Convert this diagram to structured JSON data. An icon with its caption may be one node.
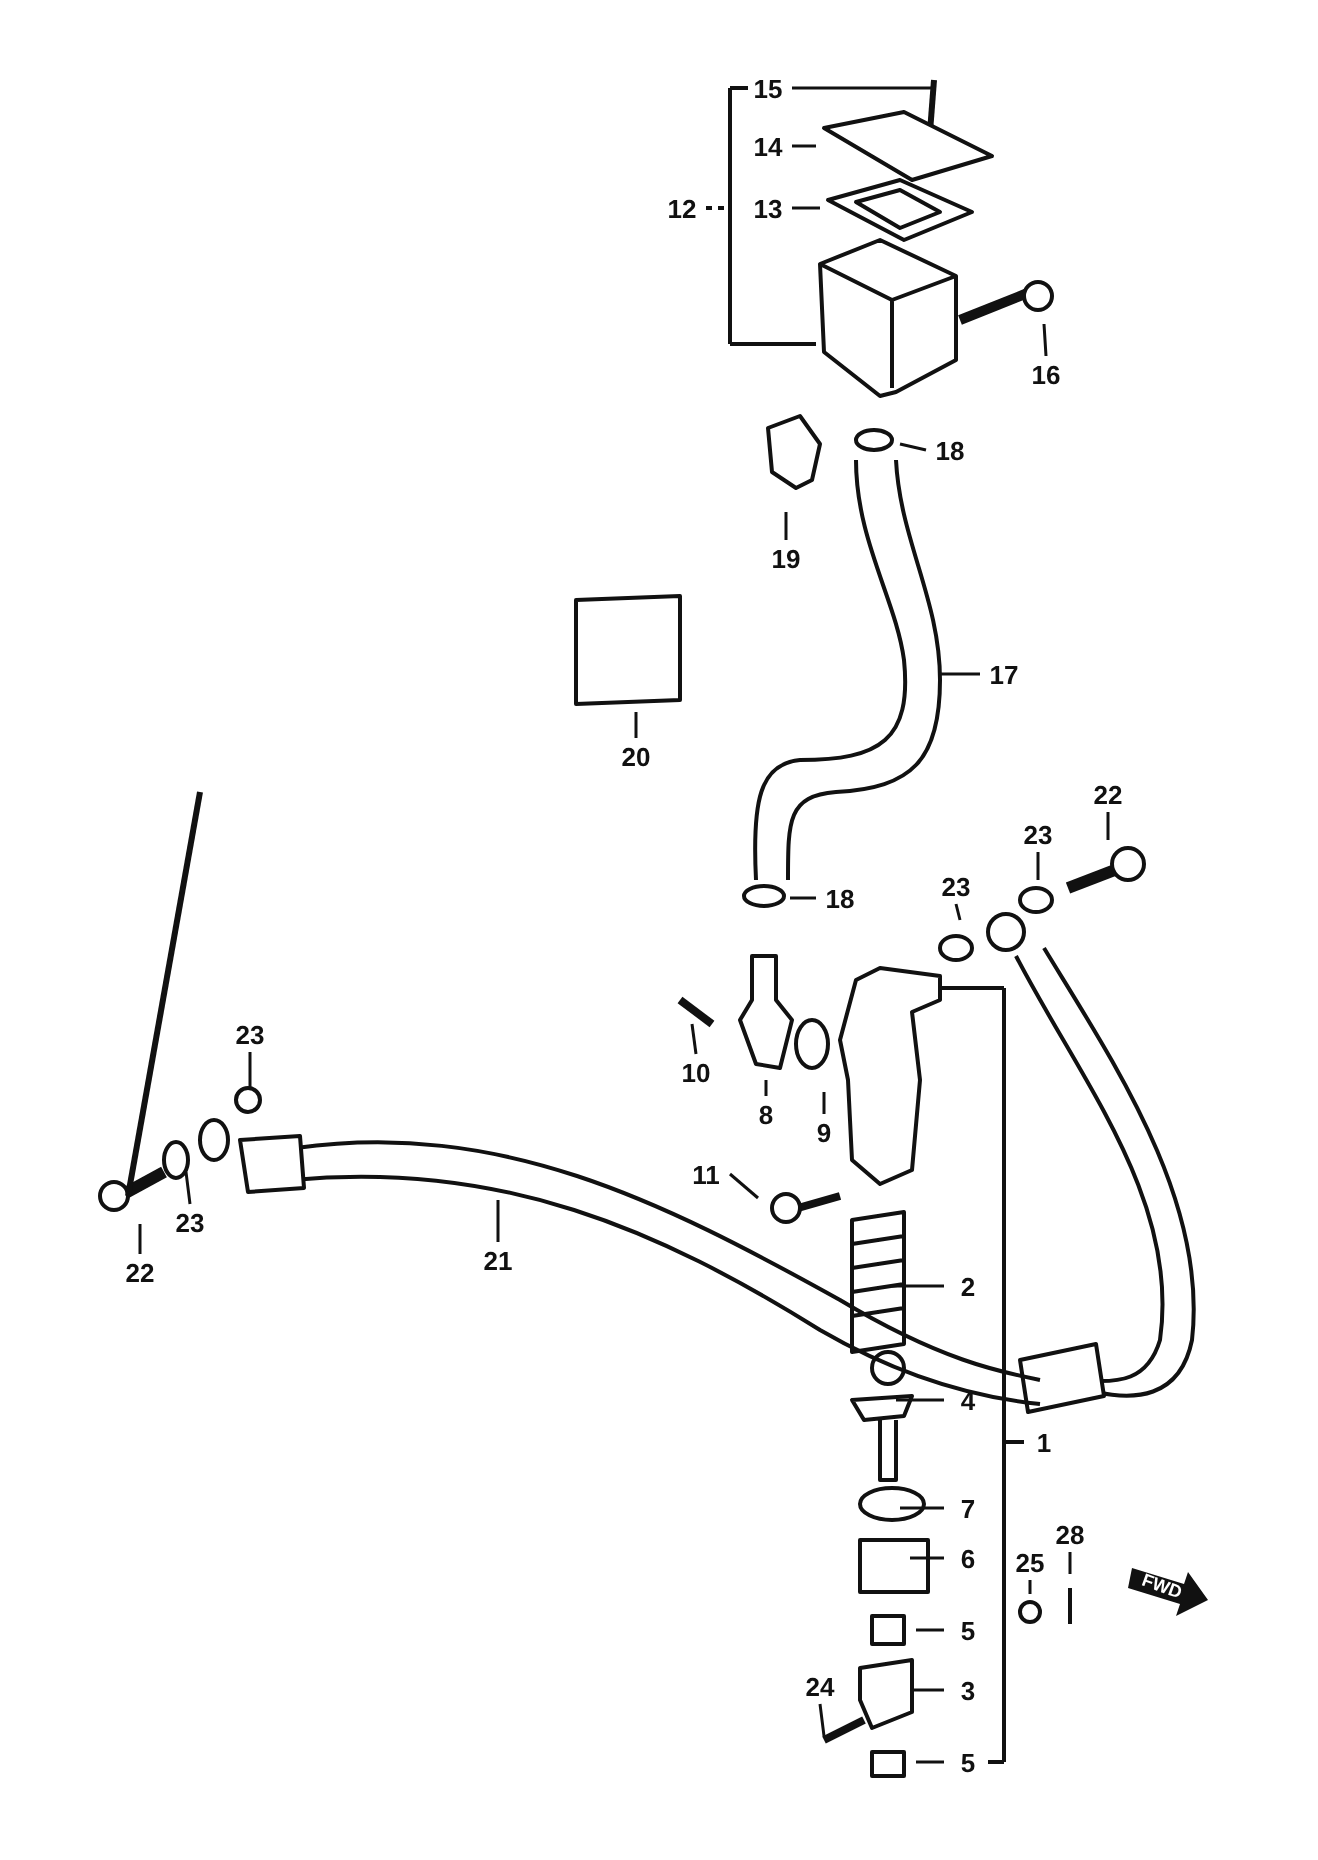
{
  "diagram": {
    "nodes": [
      {
        "text": [
          "15"
        ]
      },
      {
        "text": [
          "14"
        ]
      },
      {
        "text": [
          "12"
        ]
      },
      {
        "text": [
          "13"
        ]
      },
      {
        "text": [
          "16"
        ]
      },
      {
        "text": [
          "18"
        ]
      },
      {
        "text": [
          "19"
        ]
      },
      {
        "text": [
          "17"
        ]
      },
      {
        "text": [
          "20"
        ]
      },
      {
        "text": [
          "22"
        ]
      },
      {
        "text": [
          "23"
        ]
      },
      {
        "text": [
          "23"
        ]
      },
      {
        "text": [
          "18"
        ]
      },
      {
        "text": [
          "23"
        ]
      },
      {
        "text": [
          "10"
        ]
      },
      {
        "text": [
          "8"
        ]
      },
      {
        "text": [
          "9"
        ]
      },
      {
        "text": [
          "11"
        ]
      },
      {
        "text": [
          "23"
        ]
      },
      {
        "text": [
          "21"
        ]
      },
      {
        "text": [
          "22"
        ]
      },
      {
        "text": [
          "2"
        ]
      },
      {
        "text": [
          "4"
        ]
      },
      {
        "text": [
          "1"
        ]
      },
      {
        "text": [
          "7"
        ]
      },
      {
        "text": [
          "28"
        ]
      },
      {
        "text": [
          "6"
        ]
      },
      {
        "text": [
          "25"
        ]
      },
      {
        "text": [
          "5"
        ]
      },
      {
        "text": [
          "24"
        ]
      },
      {
        "text": [
          "3"
        ]
      },
      {
        "text": [
          "5"
        ]
      }
    ],
    "edges": [
      {
        "from": 0,
        "to": null,
        "arrow": "none"
      },
      {
        "from": 1,
        "to": null,
        "arrow": "none"
      },
      {
        "from": 3,
        "to": null,
        "arrow": "none"
      },
      {
        "from": 4,
        "to": null,
        "arrow": "none"
      },
      {
        "from": 5,
        "to": null,
        "arrow": "none"
      },
      {
        "from": 6,
        "to": null,
        "arrow": "none"
      },
      {
        "from": 7,
        "to": null,
        "arrow": "none"
      },
      {
        "from": 8,
        "to": null,
        "arrow": "none"
      },
      {
        "from": 9,
        "to": null,
        "arrow": "none"
      },
      {
        "from": 10,
        "to": null,
        "arrow": "none"
      },
      {
        "from": 11,
        "to": null,
        "arrow": "none"
      },
      {
        "from": 12,
        "to": null,
        "arrow": "none"
      },
      {
        "from": 13,
        "to": null,
        "arrow": "none"
      },
      {
        "from": 14,
        "to": null,
        "arrow": "none"
      },
      {
        "from": 15,
        "to": null,
        "arrow": "none"
      },
      {
        "from": 16,
        "to": null,
        "arrow": "none"
      },
      {
        "from": 17,
        "to": null,
        "arrow": "none"
      },
      {
        "from": 18,
        "to": null,
        "arrow": "none"
      },
      {
        "from": 19,
        "to": null,
        "arrow": "none"
      },
      {
        "from": 20,
        "to": null,
        "arrow": "none"
      },
      {
        "from": 21,
        "to": null,
        "arrow": "none"
      },
      {
        "from": 22,
        "to": null,
        "arrow": "none"
      },
      {
        "from": 24,
        "to": null,
        "arrow": "none"
      },
      {
        "from": 25,
        "to": null,
        "arrow": "none"
      },
      {
        "from": 26,
        "to": null,
        "arrow": "none"
      },
      {
        "from": 27,
        "to": null,
        "arrow": "none"
      },
      {
        "from": 28,
        "to": null,
        "arrow": "none"
      },
      {
        "from": 29,
        "to": null,
        "arrow": "none"
      },
      {
        "from": 30,
        "to": null,
        "arrow": "none"
      },
      {
        "from": 31,
        "to": null,
        "arrow": "none"
      }
    ],
    "labels": [
      "FWD"
    ]
  }
}
